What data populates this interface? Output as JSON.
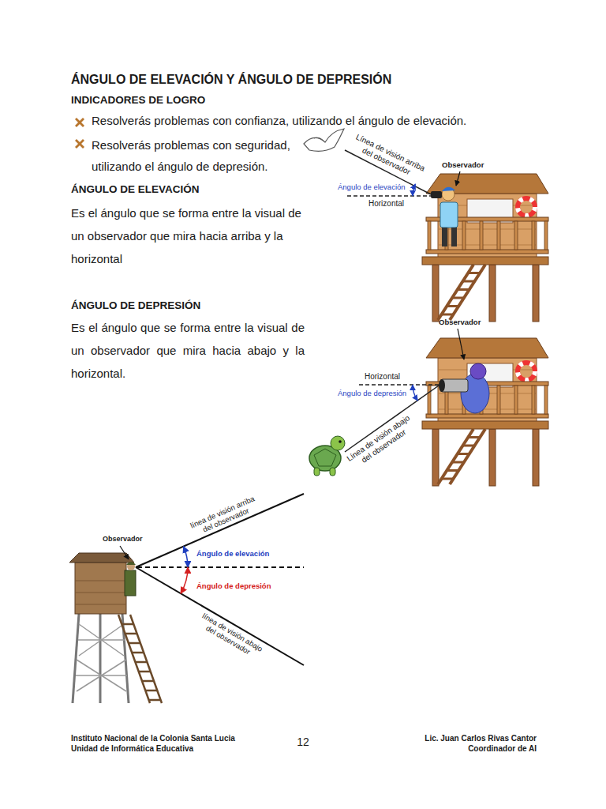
{
  "diagram": {
    "title": "ÁNGULO DE ELEVACIÓN Y ÁNGULO DE DEPRESIÓN",
    "labels": [
      "INDICADORES DE LOGRO",
      "Resolverás problemas con confianza, utilizando el ángulo de elevación.",
      "Resolverás problemas con seguridad, utilizando el ángulo de depresión.",
      "ÁNGULO DE ELEVACIÓN",
      "Es el ángulo que se forma entre la visual de un observador que mira hacia arriba y la horizontal",
      "ÁNGULO DE DEPRESIÓN",
      "Es el ángulo que se forma entre la visual de un observador que mira hacia abajo y la horizontal.",
      "Línea de visión arriba del observador",
      "Observador",
      "Ángulo de elevación",
      "Horizontal",
      "Observador",
      "Horizontal",
      "Ángulo de depresión",
      "Línea de visión abajo del observador",
      "línea de visión arriba del observador",
      "Observador",
      "Ángulo de elevación",
      "Ángulo de depresión",
      "línea de visión abajo del observador",
      "Instituto Nacional de la Colonia Santa Lucia",
      "Unidad de Informática Educativa",
      "12",
      "Lic. Juan Carlos Rivas Cantor",
      "Coordinador de AI"
    ]
  }
}
